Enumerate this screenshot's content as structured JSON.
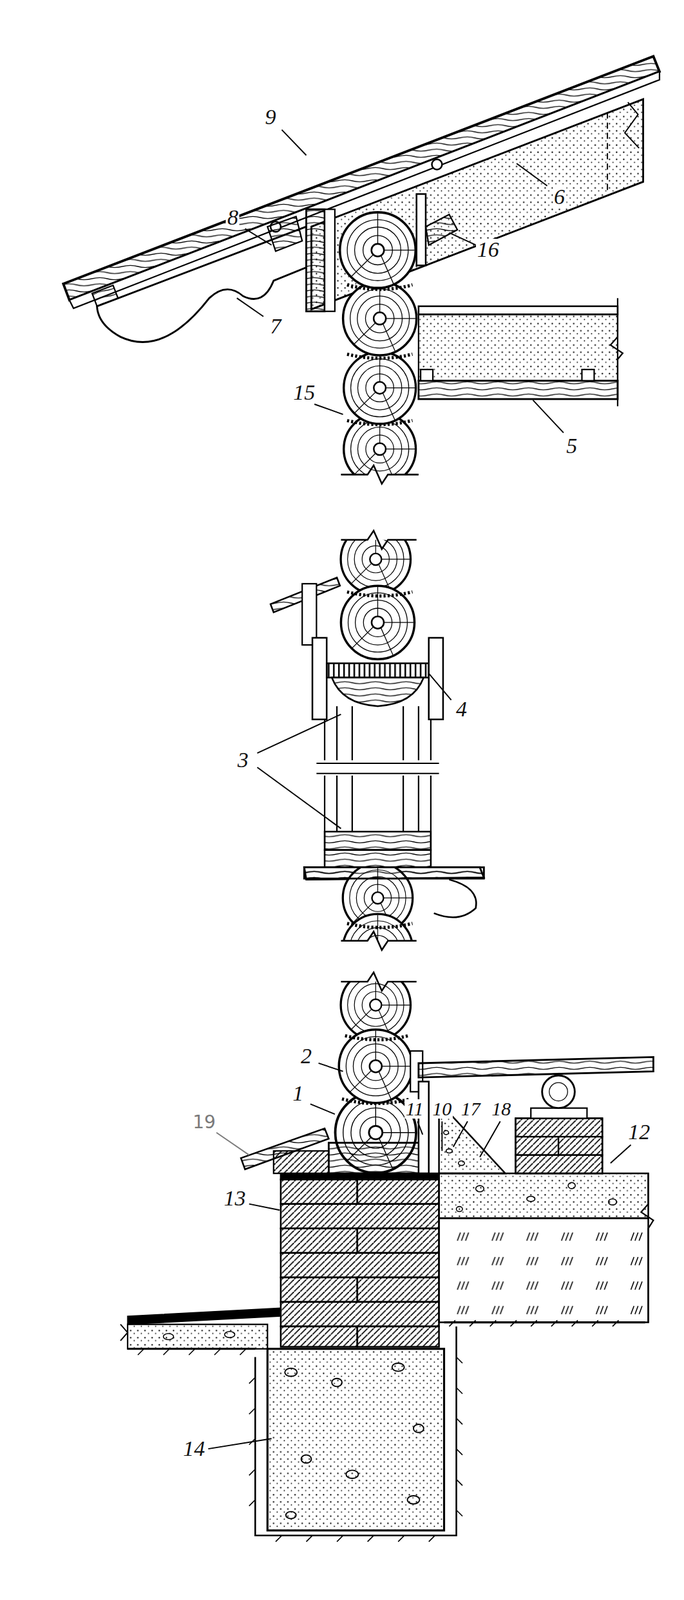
{
  "diagram": {
    "labels": [
      "9",
      "8",
      "6",
      "16",
      "7",
      "15",
      "5",
      "4",
      "3",
      "2",
      "1",
      "11",
      "10",
      "17",
      "18",
      "19",
      "12",
      "13",
      "14"
    ]
  }
}
